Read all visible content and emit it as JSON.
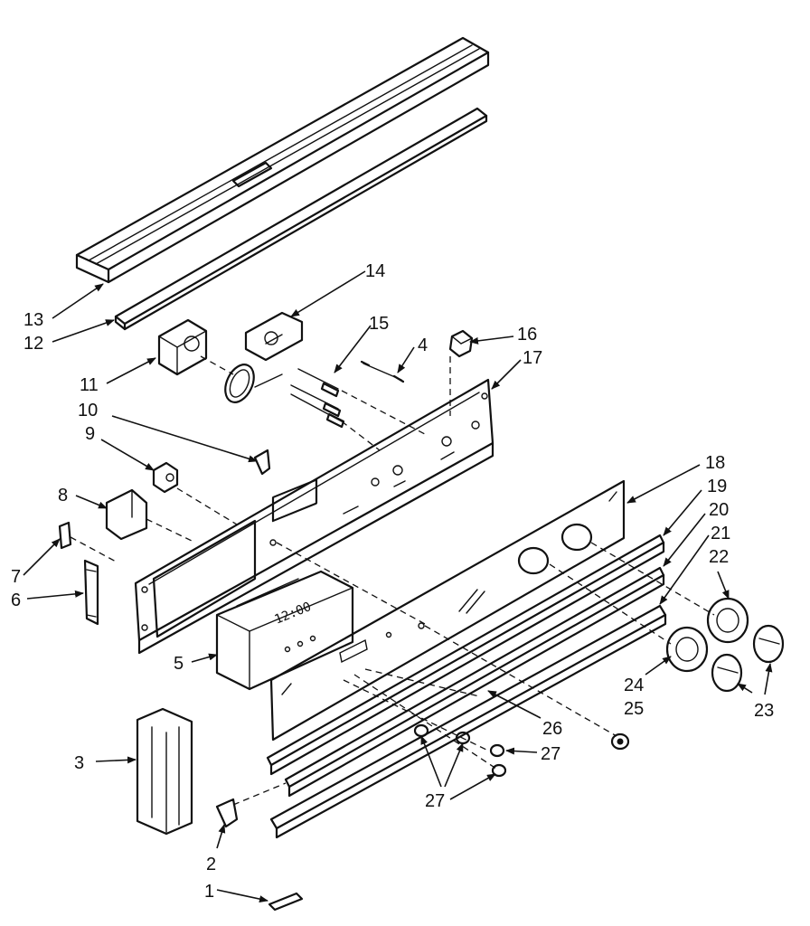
{
  "diagram": {
    "display_readout": "12:00",
    "callouts": [
      {
        "id": "1",
        "label": "1"
      },
      {
        "id": "2",
        "label": "2"
      },
      {
        "id": "3",
        "label": "3"
      },
      {
        "id": "4",
        "label": "4"
      },
      {
        "id": "5",
        "label": "5"
      },
      {
        "id": "6",
        "label": "6"
      },
      {
        "id": "7",
        "label": "7"
      },
      {
        "id": "8",
        "label": "8"
      },
      {
        "id": "9",
        "label": "9"
      },
      {
        "id": "10",
        "label": "10"
      },
      {
        "id": "11",
        "label": "11"
      },
      {
        "id": "12",
        "label": "12"
      },
      {
        "id": "13",
        "label": "13"
      },
      {
        "id": "14",
        "label": "14"
      },
      {
        "id": "15",
        "label": "15"
      },
      {
        "id": "16",
        "label": "16"
      },
      {
        "id": "17",
        "label": "17"
      },
      {
        "id": "18",
        "label": "18"
      },
      {
        "id": "19",
        "label": "19"
      },
      {
        "id": "20",
        "label": "20"
      },
      {
        "id": "21",
        "label": "21"
      },
      {
        "id": "22",
        "label": "22"
      },
      {
        "id": "23",
        "label": "23"
      },
      {
        "id": "24",
        "label": "24"
      },
      {
        "id": "25",
        "label": "25"
      },
      {
        "id": "26",
        "label": "26"
      },
      {
        "id": "27a",
        "label": "27"
      },
      {
        "id": "27b",
        "label": "27"
      }
    ]
  }
}
